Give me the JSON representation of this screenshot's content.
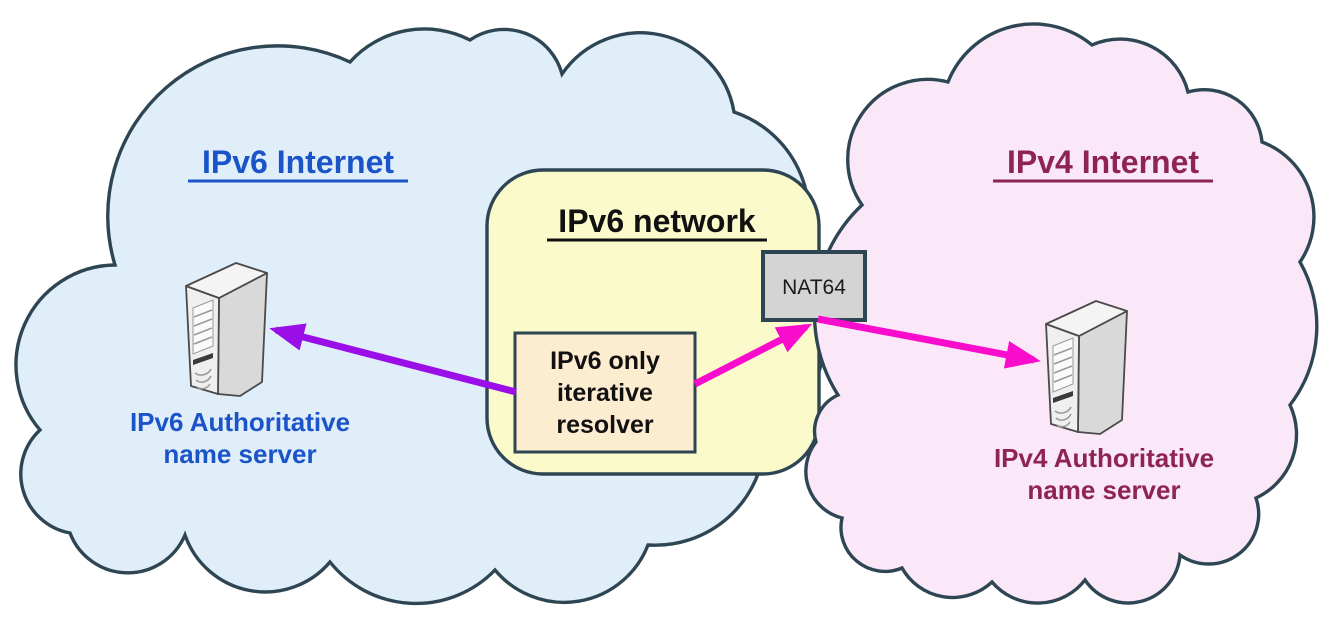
{
  "clouds": {
    "ipv6": {
      "label": "IPv6 Internet",
      "fill": "#e0eefa",
      "label_color": "#1b54c8"
    },
    "ipv4": {
      "label": "IPv4 Internet",
      "fill": "#fae8f8",
      "label_color": "#8e2355"
    }
  },
  "network_box": {
    "label": "IPv6 network",
    "fill": "#fbfacb",
    "label_color": "#111111"
  },
  "resolver_box": {
    "lines": [
      "IPv6 only",
      "iterative",
      "resolver"
    ],
    "fill": "#fcecd0"
  },
  "nat64_box": {
    "label": "NAT64",
    "fill": "#d4d4d4",
    "label_color": "#1a1a1a"
  },
  "server_labels": {
    "ipv6": {
      "line1": "IPv6 Authoritative",
      "line2": "name server",
      "color": "#1b54c8"
    },
    "ipv4": {
      "line1": "IPv4 Authoritative",
      "line2": "name server",
      "color": "#8e2355"
    }
  },
  "arrows": {
    "to_ipv6_color": "#9a0ee8",
    "to_ipv4_color": "#fa0ccd"
  },
  "outline_color": "#2e4653"
}
